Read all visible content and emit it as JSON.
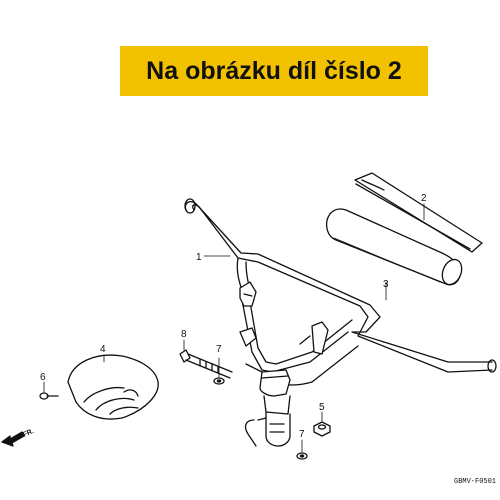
{
  "banner": {
    "text": "Na obrázku díl číslo 2",
    "color": "#f2c200"
  },
  "callouts": [
    "1",
    "2",
    "3",
    "4",
    "5",
    "6",
    "7",
    "7",
    "8"
  ],
  "direction": {
    "label": "FR.",
    "icon": "arrow-left-icon"
  },
  "drawing_code": "GBMV-F0501"
}
